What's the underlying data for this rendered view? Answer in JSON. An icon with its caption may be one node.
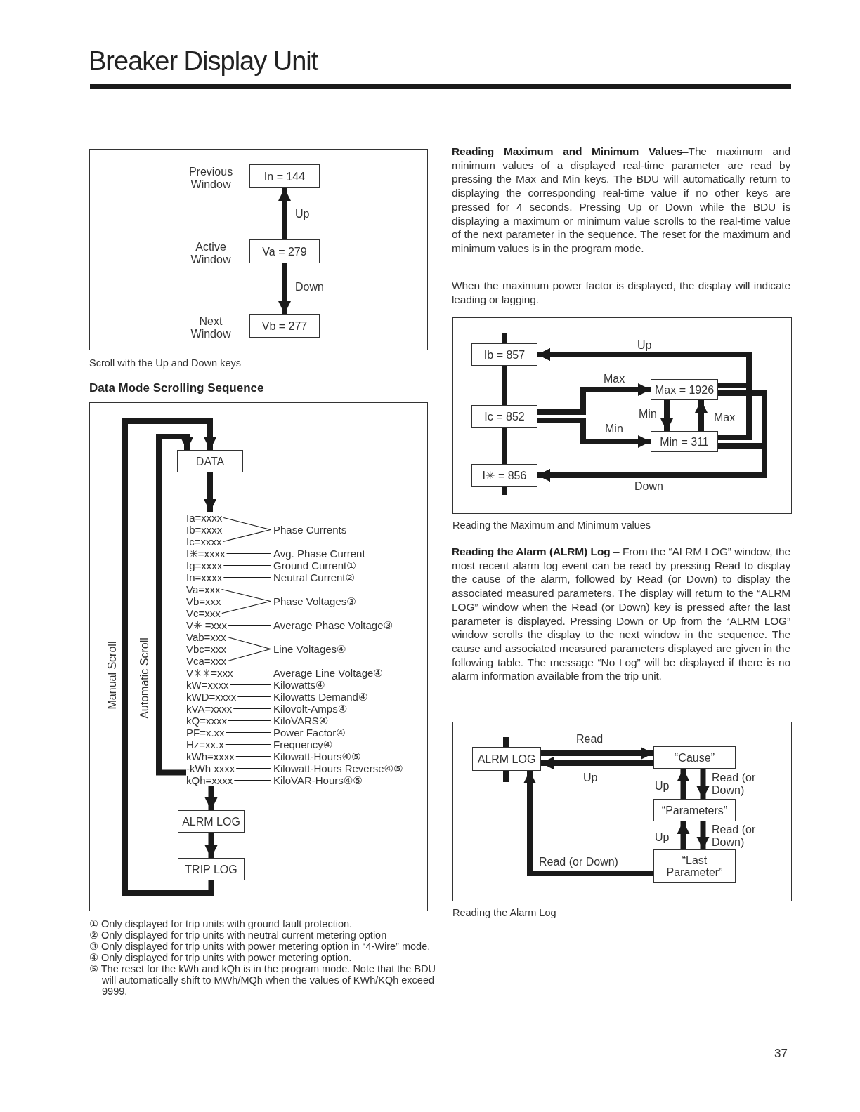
{
  "diagram": {
    "title": "Breaker Display Unit",
    "nodes": [
      {
        "text": [
          "In = 144"
        ],
        "beside": [
          "Previous Window"
        ]
      },
      {
        "text": [
          "Va = 279"
        ],
        "beside": [
          "Active Window"
        ]
      },
      {
        "text": [
          "Vb = 277"
        ],
        "beside": [
          "Next Window"
        ]
      },
      {
        "text": [
          "DATA"
        ]
      },
      {
        "text": [
          "Ia=xxxx"
        ]
      },
      {
        "text": [
          "Ib=xxxx"
        ]
      },
      {
        "text": [
          "Ic=xxxx"
        ]
      },
      {
        "text": [
          "I✳=xxxx"
        ]
      },
      {
        "text": [
          "Ig=xxxx"
        ]
      },
      {
        "text": [
          "In=xxxx"
        ]
      },
      {
        "text": [
          "Va=xxx"
        ]
      },
      {
        "text": [
          "Vb=xxx"
        ]
      },
      {
        "text": [
          "Vc=xxx"
        ]
      },
      {
        "text": [
          "V✳ =xxx"
        ]
      },
      {
        "text": [
          "Vab=xxx"
        ]
      },
      {
        "text": [
          "Vbc=xxx"
        ]
      },
      {
        "text": [
          "Vca=xxx"
        ]
      },
      {
        "text": [
          "V✳✳=xxx"
        ]
      },
      {
        "text": [
          "kW=xxxx"
        ]
      },
      {
        "text": [
          "kWD=xxxx"
        ]
      },
      {
        "text": [
          "kVA=xxxx"
        ]
      },
      {
        "text": [
          "kQ=xxxx"
        ]
      },
      {
        "text": [
          "PF=x.xx"
        ]
      },
      {
        "text": [
          "Hz=xx.x"
        ]
      },
      {
        "text": [
          "kWh=xxxx"
        ]
      },
      {
        "text": [
          "-kWh xxxx"
        ]
      },
      {
        "text": [
          "kQh=xxxx"
        ]
      },
      {
        "text": [
          "Phase Currents"
        ]
      },
      {
        "text": [
          "Avg. Phase Current"
        ]
      },
      {
        "text": [
          "Ground Current①"
        ]
      },
      {
        "text": [
          "Neutral Current②"
        ]
      },
      {
        "text": [
          "Phase Voltages③"
        ]
      },
      {
        "text": [
          "Average Phase Voltage③"
        ]
      },
      {
        "text": [
          "Line Voltages④"
        ]
      },
      {
        "text": [
          "Average Line Voltage④"
        ]
      },
      {
        "text": [
          "Kilowatts④"
        ]
      },
      {
        "text": [
          "Kilowatts Demand④"
        ]
      },
      {
        "text": [
          "Kilovolt-Amps④"
        ]
      },
      {
        "text": [
          "KiloVARS④"
        ]
      },
      {
        "text": [
          "Power Factor④"
        ]
      },
      {
        "text": [
          "Frequency④"
        ]
      },
      {
        "text": [
          "Kilowatt-Hours④⑤"
        ]
      },
      {
        "text": [
          "Kilowatt-Hours Reverse④⑤"
        ]
      },
      {
        "text": [
          "KiloVAR-Hours④⑤"
        ]
      },
      {
        "text": [
          "ALRM LOG"
        ]
      },
      {
        "text": [
          "TRIP LOG"
        ]
      },
      {
        "text": [
          "Ib = 857"
        ]
      },
      {
        "text": [
          "Ic = 852"
        ]
      },
      {
        "text": [
          "I✳ = 856"
        ]
      },
      {
        "text": [
          "Max = 1926"
        ]
      },
      {
        "text": [
          "Min = 311"
        ]
      },
      {
        "text": [
          "ALRM LOG"
        ]
      },
      {
        "text": [
          "“Cause”"
        ]
      },
      {
        "text": [
          "“Parameters”"
        ]
      },
      {
        "text": [
          "“Last Parameter”"
        ]
      }
    ],
    "edges": [
      {
        "from": 1,
        "to": 0,
        "arrow": "to",
        "label": "Up"
      },
      {
        "from": 1,
        "to": 2,
        "arrow": "to",
        "label": "Down"
      },
      {
        "from": 3,
        "to": 4,
        "arrow": "to"
      },
      {
        "from": 4,
        "to": 27,
        "arrow": "none"
      },
      {
        "from": 6,
        "to": 27,
        "arrow": "none"
      },
      {
        "from": 7,
        "to": 28,
        "arrow": "none"
      },
      {
        "from": 8,
        "to": 29,
        "arrow": "none"
      },
      {
        "from": 9,
        "to": 30,
        "arrow": "none"
      },
      {
        "from": 10,
        "to": 31,
        "arrow": "none"
      },
      {
        "from": 12,
        "to": 31,
        "arrow": "none"
      },
      {
        "from": 13,
        "to": 32,
        "arrow": "none"
      },
      {
        "from": 14,
        "to": 33,
        "arrow": "none"
      },
      {
        "from": 16,
        "to": 33,
        "arrow": "none"
      },
      {
        "from": 17,
        "to": 34,
        "arrow": "none"
      },
      {
        "from": 18,
        "to": 35,
        "arrow": "none"
      },
      {
        "from": 19,
        "to": 36,
        "arrow": "none"
      },
      {
        "from": 20,
        "to": 37,
        "arrow": "none"
      },
      {
        "from": 21,
        "to": 38,
        "arrow": "none"
      },
      {
        "from": 22,
        "to": 39,
        "arrow": "none"
      },
      {
        "from": 23,
        "to": 40,
        "arrow": "none"
      },
      {
        "from": 24,
        "to": 41,
        "arrow": "none"
      },
      {
        "from": 25,
        "to": 42,
        "arrow": "none"
      },
      {
        "from": 26,
        "to": 43,
        "arrow": "none"
      },
      {
        "from": 26,
        "to": 44,
        "arrow": "to"
      },
      {
        "from": 44,
        "to": 45,
        "arrow": "to"
      },
      {
        "from": 45,
        "to": 3,
        "arrow": "to",
        "label": "Manual Scroll"
      },
      {
        "from": 25,
        "to": 3,
        "arrow": "to",
        "label": "Automatic Scroll"
      },
      {
        "from": 46,
        "to": 47,
        "arrow": "none"
      },
      {
        "from": 47,
        "to": 48,
        "arrow": "none"
      },
      {
        "from": null,
        "to": 46,
        "arrow": "none"
      },
      {
        "from": 48,
        "to": null,
        "arrow": "none"
      },
      {
        "from": 47,
        "to": 49,
        "arrow": "to",
        "label": "Max"
      },
      {
        "from": 47,
        "to": 50,
        "arrow": "to",
        "label": "Min"
      },
      {
        "from": 49,
        "to": 50,
        "arrow": "to",
        "label": "Min"
      },
      {
        "from": 50,
        "to": 49,
        "arrow": "to",
        "label": "Max"
      },
      {
        "from": 49,
        "to": 46,
        "arrow": "to",
        "label": "Up"
      },
      {
        "from": 50,
        "to": 46,
        "arrow": "to"
      },
      {
        "from": 49,
        "to": 48,
        "arrow": "to",
        "label": "Down"
      },
      {
        "from": 50,
        "to": 48,
        "arrow": "to"
      },
      {
        "from": 51,
        "to": 52,
        "arrow": "to",
        "label": "Read"
      },
      {
        "from": 52,
        "to": 51,
        "arrow": "to",
        "label": "Up"
      },
      {
        "from": 52,
        "to": 53,
        "arrow": "to",
        "label": "Read (or Down)"
      },
      {
        "from": 53,
        "to": 52,
        "arrow": "to",
        "label": "Up"
      },
      {
        "from": 53,
        "to": 54,
        "arrow": "to",
        "label": "Read (or Down)"
      },
      {
        "from": 54,
        "to": 53,
        "arrow": "to",
        "label": "Up"
      },
      {
        "from": 54,
        "to": 51,
        "arrow": "to",
        "label": "Read (or Down)"
      },
      {
        "from": null,
        "to": 51,
        "arrow": "none"
      },
      {
        "from": 51,
        "to": null,
        "arrow": "none"
      }
    ],
    "labels": [
      "Scroll with the Up and Down keys",
      "Data Mode Scrolling Sequence",
      "① Only displayed for trip units with ground fault protection.",
      "② Only displayed for trip units with neutral current metering option",
      "③ Only displayed for trip units with power metering option in “4-Wire” mode.",
      "④ Only displayed for trip units with power metering option.",
      "⑤ The reset for the kWh and kQh is in the program mode. Note that the BDU will automatically shift to MWh/MQh when the values of KWh/KQh exceed 9999.",
      "**Reading Maximum and Minimum Values**–The maximum and minimum values of a displayed real-time parameter are read by pressing the Max and Min keys. The BDU will automatically return to displaying the corresponding real-time value if no other keys are pressed for 4 seconds. Pressing Up or Down while the BDU is displaying a maximum or minimum value scrolls to the real-time value of the next parameter in the sequence. The reset for the maximum and minimum values is in the program mode.",
      "When the maximum power factor is displayed, the display will indicate leading or lagging.",
      "Reading the Maximum and Minimum values",
      "**Reading the Alarm (ALRM) Log** – From the “ALRM LOG” window, the most recent alarm log event can be read by pressing Read to display the cause of the alarm, followed by Read (or Down) to display the associated measured parameters. The display will return to the “ALRM LOG” window when the Read (or Down) key is pressed after the last parameter is displayed. Pressing Down or Up from the “ALRM LOG” window scrolls the display to the next window in the sequence. The cause and associated measured parameters displayed are given in the following table. The message “No Log” will be displayed if there is no alarm information available from the trip unit.",
      "Reading the Alarm Log",
      "37"
    ]
  }
}
